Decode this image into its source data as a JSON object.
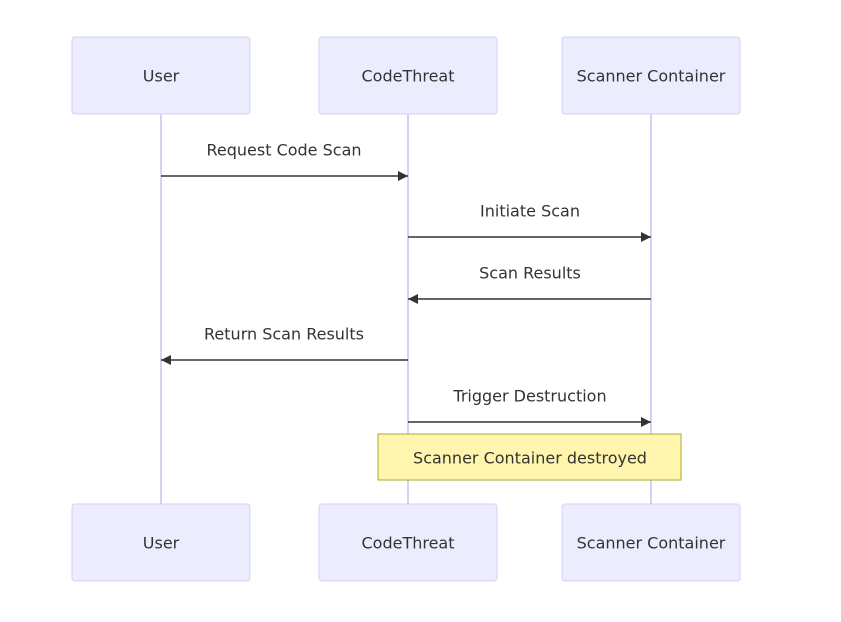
{
  "actors": [
    {
      "id": "user",
      "label": "User"
    },
    {
      "id": "codethreat",
      "label": "CodeThreat"
    },
    {
      "id": "scanner",
      "label": "Scanner Container"
    }
  ],
  "messages": [
    {
      "from": "user",
      "to": "codethreat",
      "label": "Request Code Scan"
    },
    {
      "from": "codethreat",
      "to": "scanner",
      "label": "Initiate Scan"
    },
    {
      "from": "scanner",
      "to": "codethreat",
      "label": "Scan Results"
    },
    {
      "from": "codethreat",
      "to": "user",
      "label": "Return Scan Results"
    },
    {
      "from": "codethreat",
      "to": "scanner",
      "label": "Trigger Destruction"
    }
  ],
  "note": {
    "text": "Scanner Container destroyed"
  }
}
